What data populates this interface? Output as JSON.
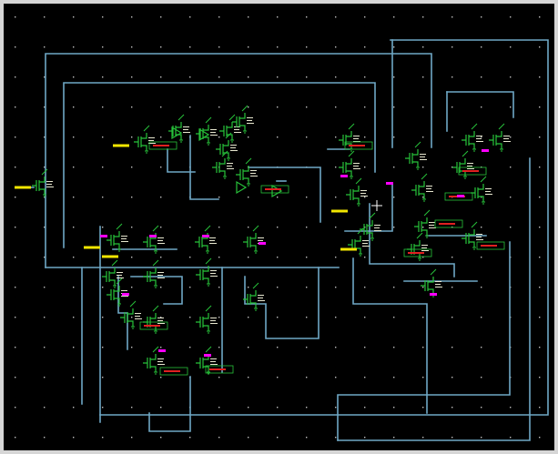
{
  "app": {
    "view": "schematic-editor"
  },
  "theme": {
    "background": "#000000",
    "grid_dot": "#bfbfbf",
    "wire": "#6fa8c6",
    "device": "#27c23a",
    "pin": "#f2e600",
    "instance_label": "#e02020",
    "marker": "#ff00ff",
    "text": "#e8e8d0",
    "cursor": "#ffffff"
  },
  "icons": {
    "cursor": "crosshair-cursor-icon"
  },
  "canvas_content": {
    "device_count": 38,
    "instance_label_count": 11,
    "input_pin_count": 6,
    "marker_count": 12
  }
}
